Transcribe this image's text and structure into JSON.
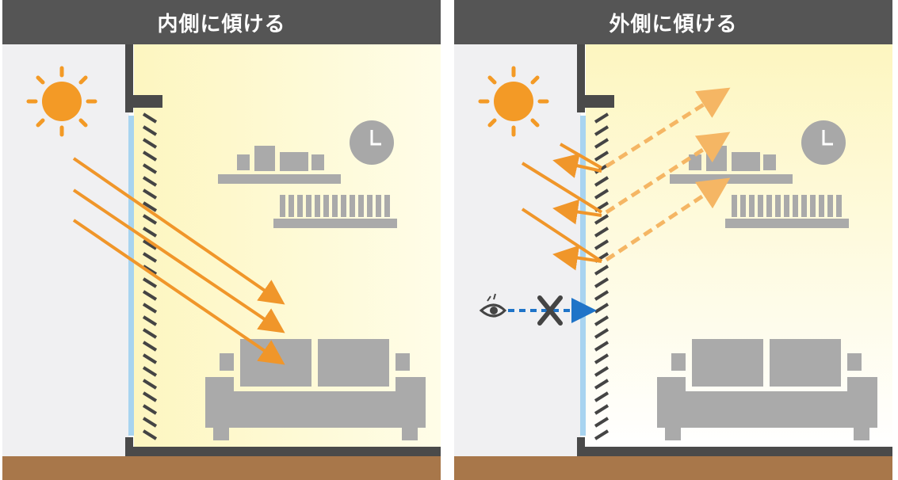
{
  "panels": [
    {
      "title": "内側に傾ける",
      "tilt": "inward",
      "view_blocked": false
    },
    {
      "title": "外側に傾ける",
      "tilt": "outward",
      "view_blocked": true
    }
  ],
  "colors": {
    "header_bg": "#555555",
    "header_text": "#ffffff",
    "outside_bg": "#f0f0f2",
    "room_light": "#fdf9cc",
    "wall": "#4a4a4a",
    "glass": "#a8d4f0",
    "sun": "#f39a26",
    "ray": "#f0962a",
    "reflected_ray": "#f5b664",
    "furniture": "#aaaaaa",
    "floor": "#a8774a",
    "sight_line": "#1f74c8",
    "cross": "#444444"
  },
  "icons": [
    "sun-icon",
    "clock-icon",
    "eye-icon",
    "cross-icon",
    "sofa-icon",
    "shelf-icon"
  ]
}
